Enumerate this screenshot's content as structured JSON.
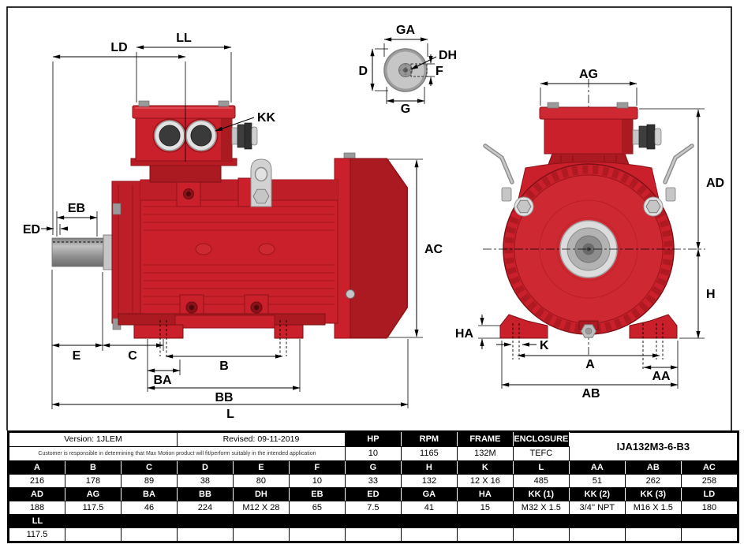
{
  "sheet": {
    "version": "Version: 1JLEM",
    "revised": "Revised: 09-11-2019",
    "disclaimer": "Customer is responsible in determining that Max Motion product will fit/perform suitably in the intended application",
    "model": "IJA132M3-6-B3",
    "specs": [
      {
        "label": "HP",
        "value": "10"
      },
      {
        "label": "RPM",
        "value": "1165"
      },
      {
        "label": "FRAME",
        "value": "132M"
      },
      {
        "label": "ENCLOSURE",
        "value": "TEFC"
      }
    ],
    "dim_rows": [
      {
        "headers": [
          "A",
          "B",
          "C",
          "D",
          "E",
          "F",
          "G",
          "H",
          "K",
          "L",
          "AA",
          "AB",
          "AC"
        ],
        "values": [
          "216",
          "178",
          "89",
          "38",
          "80",
          "10",
          "33",
          "132",
          "12 X 16",
          "485",
          "51",
          "262",
          "258"
        ]
      },
      {
        "headers": [
          "AD",
          "AG",
          "BA",
          "BB",
          "DH",
          "EB",
          "ED",
          "GA",
          "HA",
          "KK (1)",
          "KK (2)",
          "KK (3)",
          "LD"
        ],
        "values": [
          "188",
          "117.5",
          "46",
          "224",
          "M12 X 28",
          "65",
          "7.5",
          "41",
          "15",
          "M32 X 1.5",
          "3/4'' NPT",
          "M16 X 1.5",
          "180"
        ]
      },
      {
        "span_header": "LL",
        "values": [
          "117.5",
          "",
          "",
          "",
          "",
          "",
          "",
          "",
          "",
          "",
          "",
          "",
          ""
        ]
      }
    ]
  },
  "drawing": {
    "labels": {
      "LD": "LD",
      "LL": "LL",
      "KK": "KK",
      "EB": "EB",
      "ED": "ED",
      "AC": "AC",
      "E": "E",
      "C": "C",
      "B": "B",
      "BA": "BA",
      "BB": "BB",
      "L": "L",
      "GA": "GA",
      "D": "D",
      "DH": "DH",
      "F": "F",
      "G": "G",
      "AG": "AG",
      "AD": "AD",
      "H": "H",
      "HA": "HA",
      "K": "K",
      "A": "A",
      "AA": "AA",
      "AB": "AB"
    },
    "colors": {
      "motor_red": "#C9202B",
      "motor_red_dark": "#AC1A21",
      "motor_red_deep": "#8E1218",
      "metal": "#C6C6C6",
      "metal_dark": "#9A9A9A",
      "gland": "#3A3A3A",
      "line": "#000000"
    }
  }
}
